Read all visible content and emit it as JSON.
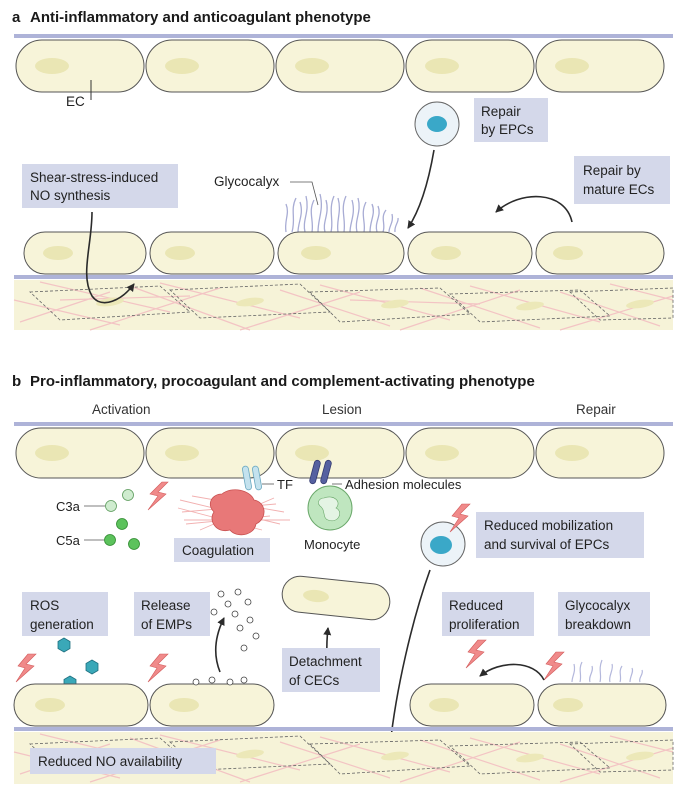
{
  "panel_a": {
    "letter": "a",
    "title": "Anti-inflammatory and anticoagulant phenotype",
    "labels": {
      "ec": "EC",
      "glycocalyx": "Glycocalyx"
    },
    "boxes": {
      "repair_epcs": [
        "Repair",
        "by EPCs"
      ],
      "repair_mature": [
        "Repair by",
        "mature ECs"
      ],
      "shear_stress": [
        "Shear-stress-induced",
        "NO synthesis"
      ]
    }
  },
  "panel_b": {
    "letter": "b",
    "title": "Pro-inflammatory, procoagulant and complement-activating phenotype",
    "headers": {
      "activation": "Activation",
      "lesion": "Lesion",
      "repair": "Repair"
    },
    "labels": {
      "c3a": "C3a",
      "c5a": "C5a",
      "tf": "TF",
      "adhesion": "Adhesion molecules",
      "monocyte": "Monocyte"
    },
    "boxes": {
      "coagulation": "Coagulation",
      "reduced_mobilization": [
        "Reduced mobilization",
        "and survival of EPCs"
      ],
      "ros": [
        "ROS",
        "generation"
      ],
      "release_emps": [
        "Release",
        "of EMPs"
      ],
      "detachment": [
        "Detachment",
        "of CECs"
      ],
      "reduced_proliferation": [
        "Reduced",
        "proliferation"
      ],
      "glycocalyx_breakdown": [
        "Glycocalyx",
        "breakdown"
      ],
      "reduced_no": "Reduced NO availability"
    }
  },
  "colors": {
    "cell_fill": "#f7f4d9",
    "nucleus": "#eae6b4",
    "lamina": "#aeb3d8",
    "label_box": "#d4d8ea",
    "lightning": "#f08a8a",
    "epc_nucleus": "#3aa8c8",
    "monocyte": "#bfe6bf",
    "complement": "#5cc25c",
    "ros_hexagon": "#3aa8b8",
    "coagulation_blob": "#e87878",
    "fibrin": "#f2b0b0"
  }
}
